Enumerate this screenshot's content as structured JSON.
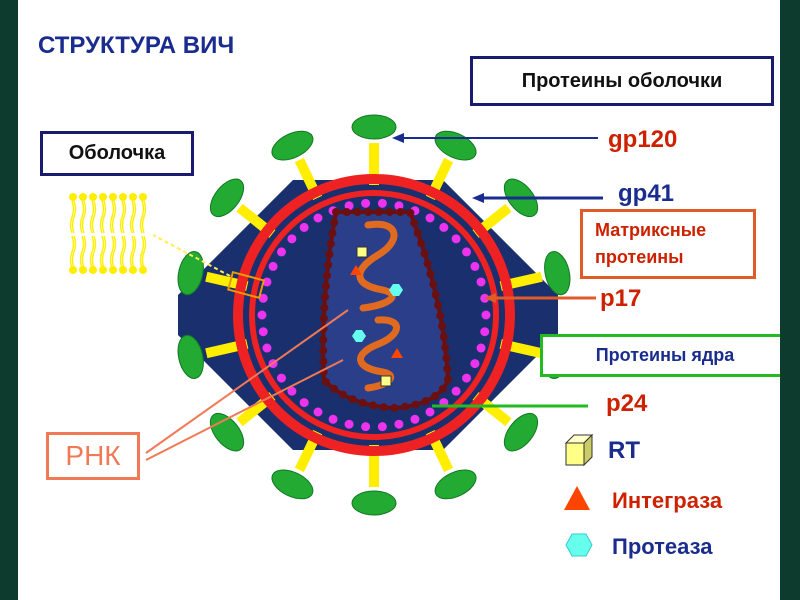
{
  "title": "СТРУКТУРА ВИЧ",
  "labels": {
    "envelope_proteins": "Протеины оболочки",
    "envelope": "Оболочка",
    "gp120": "gp120",
    "gp41": "gp41",
    "matrix_proteins": "Матриксные протеины",
    "p17": "p17",
    "core_proteins": "Протеины ядра",
    "p24": "p24",
    "rna": "РНК"
  },
  "legend": [
    {
      "label": "RT",
      "icon": "cube-icon",
      "color": "#ffff88"
    },
    {
      "label": "Интеграза",
      "icon": "triangle-icon",
      "color": "#ff4400"
    },
    {
      "label": "Протеаза",
      "icon": "hexagon-icon",
      "color": "#66ffee"
    }
  ],
  "colors": {
    "title": "#1a2d8f",
    "navy_box": "#1a1a6e",
    "label_red": "#cc2200",
    "label_blue": "#1a2d8f",
    "matrix_box": "#e05a2a",
    "core_box": "#22bb22",
    "rna_box": "#f07a55",
    "spike_head": "#22aa33",
    "spike_stalk": "#ffee00",
    "membrane_red": "#ee2222",
    "virion_fill": "#1a2f6e",
    "matrix_dots": "#ee33ee",
    "capsid": "#6b1010",
    "rna_strand": "#e06a20"
  }
}
